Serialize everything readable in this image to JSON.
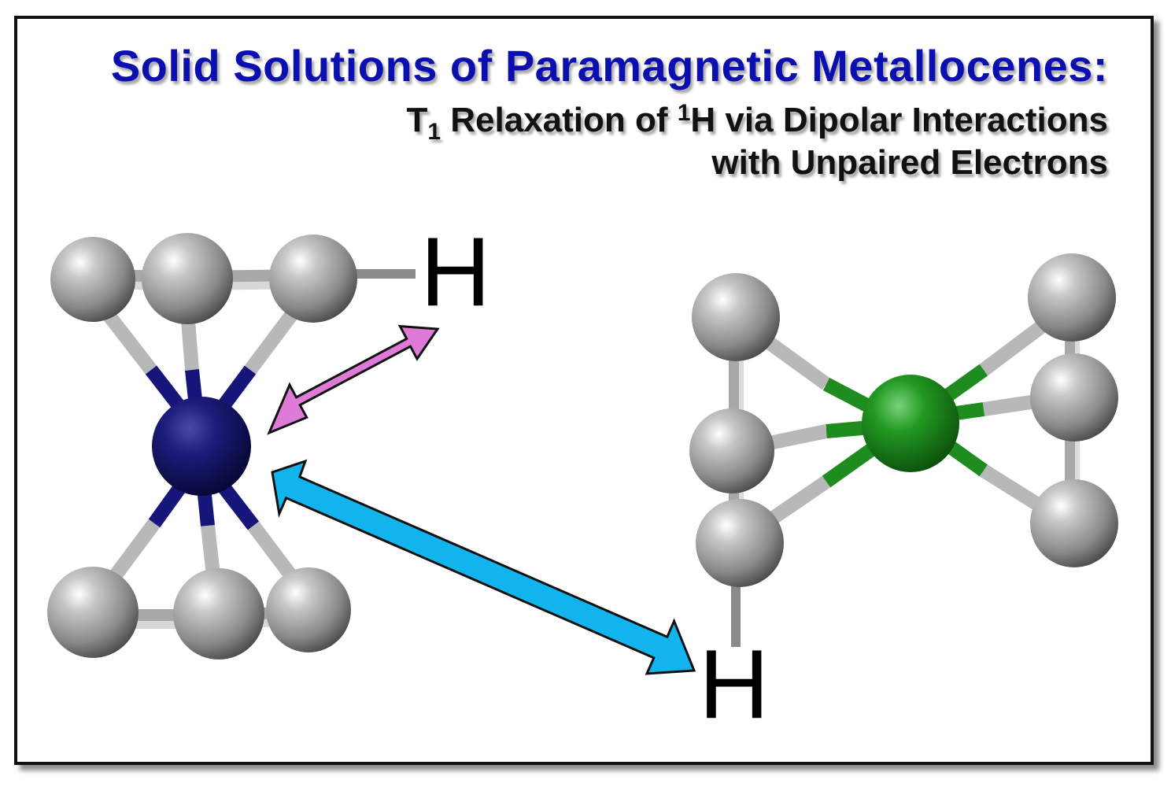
{
  "title": "Solid Solutions of Paramagnetic Metallocenes:",
  "subtitle": {
    "line1_main": "T",
    "line1_sub": "1",
    "line1_mid": " Relaxation of ",
    "line1_sup": "1",
    "line1_end": "H via Dipolar Interactions",
    "line2": "with Unpaired Electrons"
  },
  "labels": {
    "h_top": "H",
    "h_bottom": "H"
  },
  "colors": {
    "title": "#0b0fb0",
    "carbon": "#a8a8a8",
    "metal_left": "#16167a",
    "metal_right": "#1e8c1e",
    "arrow_pink": "#e07ad8",
    "arrow_cyan": "#12b4ee"
  }
}
